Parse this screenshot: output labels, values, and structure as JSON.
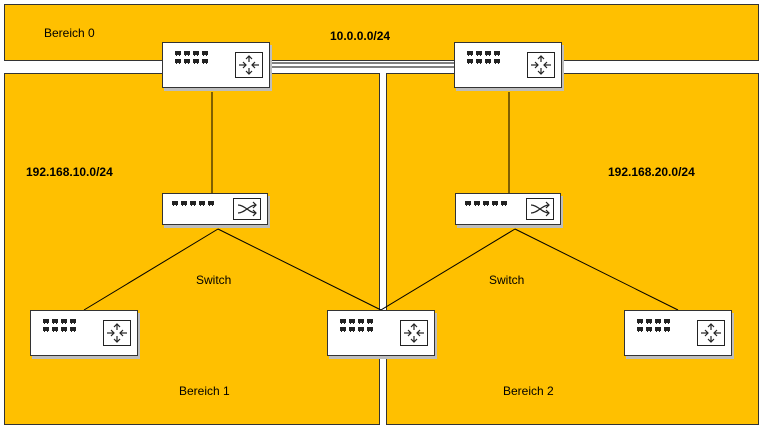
{
  "areas": {
    "area0": {
      "label": "Bereich 0",
      "network": "10.0.0.0/24"
    },
    "area1": {
      "label": "Bereich 1",
      "network": "192.168.10.0/24",
      "switch_label": "Switch"
    },
    "area2": {
      "label": "Bereich 2",
      "network": "192.168.20.0/24",
      "switch_label": "Switch"
    }
  },
  "devices": [
    {
      "name": "router-backbone-left",
      "type": "router"
    },
    {
      "name": "router-backbone-right",
      "type": "router"
    },
    {
      "name": "switch-area1",
      "type": "switch"
    },
    {
      "name": "switch-area2",
      "type": "switch"
    },
    {
      "name": "router-area1-left",
      "type": "router"
    },
    {
      "name": "router-center",
      "type": "router"
    },
    {
      "name": "router-area2-right",
      "type": "router"
    }
  ],
  "colors": {
    "area_fill": "#FFC000",
    "outline": "#333333",
    "link": "#000000",
    "device_fill": "#FFFFFF"
  }
}
